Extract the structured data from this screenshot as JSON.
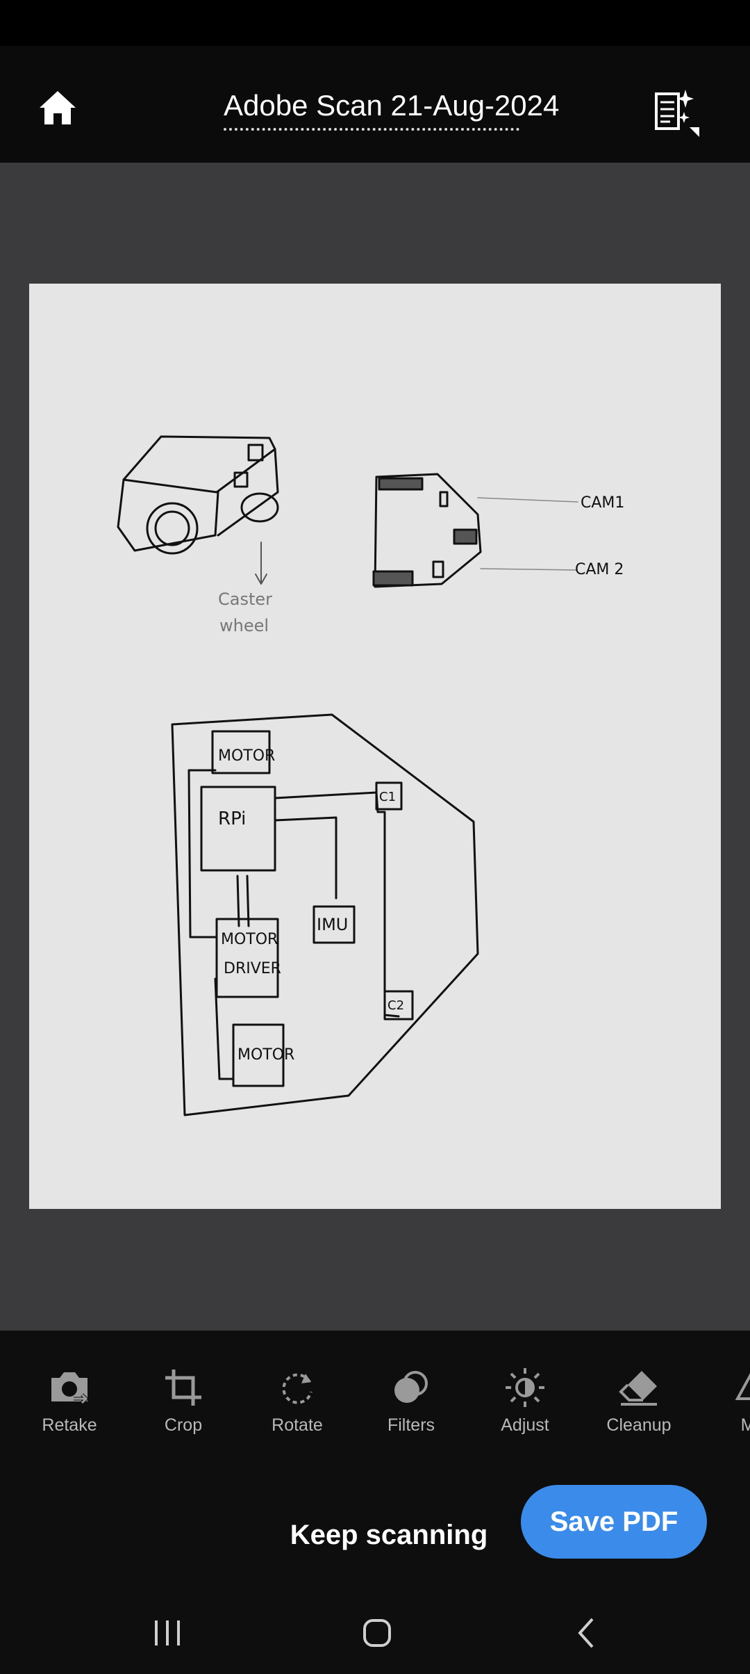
{
  "header": {
    "title": "Adobe Scan 21-Aug-2024",
    "home_icon": "home-icon",
    "ai_icon": "ai-sparkle-document-icon"
  },
  "scan": {
    "drawing": {
      "robot_side_label_1": "Caster",
      "robot_side_label_2": "wheel",
      "cam1": "CAM1",
      "cam2": "CAM 2",
      "motor_top": "MOTOR",
      "rpi": "RPi",
      "c1": "C1",
      "imu": "IMU",
      "motor_driver_1": "MOTOR",
      "motor_driver_2": "DRIVER",
      "c2": "C2",
      "motor_bottom": "MOTOR"
    }
  },
  "tools": [
    {
      "label": "Retake",
      "icon": "retake-camera-icon"
    },
    {
      "label": "Crop",
      "icon": "crop-icon"
    },
    {
      "label": "Rotate",
      "icon": "rotate-icon"
    },
    {
      "label": "Filters",
      "icon": "filters-icon"
    },
    {
      "label": "Adjust",
      "icon": "adjust-brightness-icon"
    },
    {
      "label": "Cleanup",
      "icon": "eraser-icon"
    },
    {
      "label": "Ma",
      "icon": "markup-icon"
    }
  ],
  "actions": {
    "keep_scanning": "Keep scanning",
    "save_pdf": "Save PDF"
  },
  "colors": {
    "accent": "#3a8bea",
    "preview_bg": "#3b3b3d",
    "page_bg": "#e5e5e6"
  }
}
